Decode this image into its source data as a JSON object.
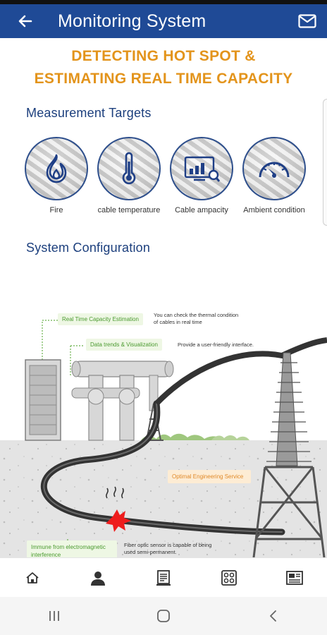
{
  "app_bar": {
    "title": "Monitoring System",
    "back_icon": "arrow-left-icon",
    "action_icon": "mail-icon"
  },
  "headline": {
    "line1": "DETECTING HOT SPOT &",
    "line2": "ESTIMATING REAL TIME CAPACITY"
  },
  "measurement": {
    "title": "Measurement Targets",
    "items": [
      {
        "label": "Fire",
        "icon": "fire-icon"
      },
      {
        "label": "cable temperature",
        "icon": "thermometer-icon"
      },
      {
        "label": "Cable ampacity",
        "icon": "ampacity-chart-icon"
      },
      {
        "label": "Ambient condition",
        "icon": "gauge-icon"
      }
    ]
  },
  "configuration": {
    "title": "System Configuration",
    "callouts": {
      "realtime": "Real Time Capacity Estimation",
      "trends": "Data trends & Visualization",
      "engineering": "Optimal Engineering Service",
      "immune": "Immune from electromagnetic interference"
    },
    "descriptions": {
      "realtime_line1": "You can check the thermal condition",
      "realtime_line2": "of cables in real time",
      "trends": "Provide a user-friendly interface.",
      "sensor_line1": "Fiber optic sensor is capable of being",
      "sensor_line2": "used semi-permanent."
    }
  },
  "bottom_nav": [
    "home-icon",
    "user-icon",
    "document-icon",
    "grid-icon",
    "news-icon"
  ],
  "system_nav": [
    "recents-icon",
    "home-circle-icon",
    "back-chevron-icon"
  ],
  "colors": {
    "primary": "#1f4a96",
    "accent_orange": "#e3941c",
    "section_blue": "#1c3f7d",
    "callout_green": "#4a9a2f"
  }
}
